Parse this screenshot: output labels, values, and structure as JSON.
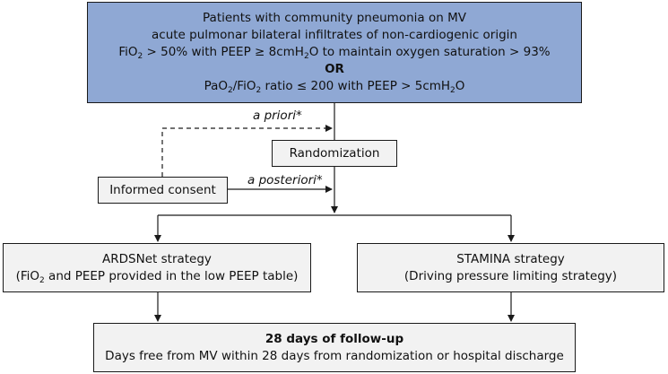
{
  "colors": {
    "top_fill": "#8fa8d4",
    "box_fill": "#f2f2f2",
    "stroke": "#1a1a1a"
  },
  "eligibility": {
    "line1": "Patients with community pneumonia on MV",
    "line2": "acute pulmonar bilateral infiltrates of non-cardiogenic origin",
    "line3_pre": "FiO",
    "line3_sub": "2",
    "line3_post": " > 50% with PEEP ≥ 8cmH",
    "line3_sub2": "2",
    "line3_end": "O to maintain oxygen saturation > 93%",
    "or_label": "OR",
    "line5_pre": "PaO",
    "line5_sub": "2",
    "line5_mid": "/FiO",
    "line5_sub2": "2",
    "line5_post": " ratio ≤ 200 with PEEP > 5cmH",
    "line5_sub3": "2",
    "line5_end": "O"
  },
  "randomization": {
    "label": "Randomization"
  },
  "consent": {
    "label": "Informed consent"
  },
  "consent_paths": {
    "a_priori": "a priori*",
    "a_posteriori": "a posteriori*"
  },
  "ardsnet": {
    "title": "ARDSNet strategy",
    "sub_pre": "(FiO",
    "sub_sub": "2",
    "sub_post": " and PEEP provided in the low PEEP table)"
  },
  "stamina": {
    "title": "STAMINA strategy",
    "sub": "(Driving pressure limiting strategy)"
  },
  "followup": {
    "title": "28 days of follow-up",
    "sub": "Days free from MV within 28 days from randomization or hospital discharge"
  }
}
